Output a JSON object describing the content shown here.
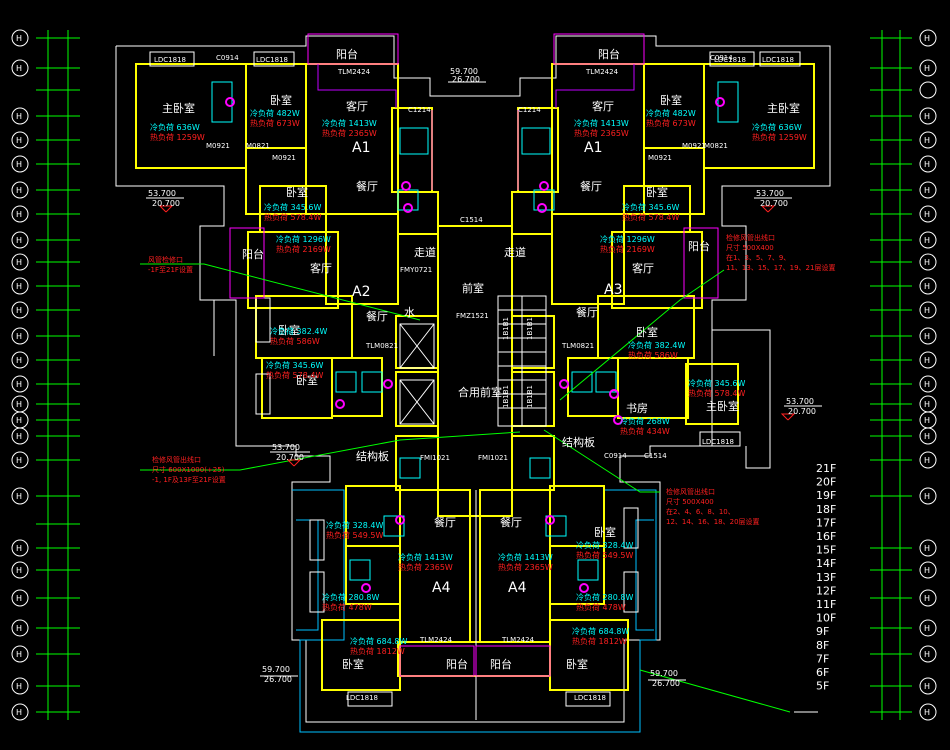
{
  "colors": {
    "background": "#000000",
    "wall": "#ffff00",
    "outline": "#ffffff",
    "cyan_text": "#00ffff",
    "red_text": "#ff2020",
    "green_leader": "#00ff00",
    "magenta": "#ff00ff",
    "blue_grid": "#3060ff"
  },
  "units": {
    "A1_left": "A1",
    "A1_right": "A1",
    "A2": "A2",
    "A3": "A3",
    "A4_left": "A4",
    "A4_right": "A4"
  },
  "rooms": {
    "master_bedroom": "主卧室",
    "bedroom": "卧室",
    "living": "客厅",
    "dining": "餐厅",
    "corridor": "走道",
    "front_room": "前室",
    "shared_front_room": "合用前室",
    "balcony": "阳台",
    "study": "书房",
    "structure_slab": "结构板",
    "well": "水"
  },
  "loads": {
    "cool_label": "冷负荷",
    "heat_label": "热负荷",
    "master_A1": {
      "cool": "636W",
      "heat": "1259W"
    },
    "bed_A1": {
      "cool": "482W",
      "heat": "673W"
    },
    "living_A1": {
      "cool": "1413W",
      "heat": "2365W"
    },
    "bed_A1_b": {
      "cool": "345.6W",
      "heat": "578.4W"
    },
    "living_A2": {
      "cool": "1296W",
      "heat": "2169W"
    },
    "bed_A2_a": {
      "cool": "382.4W",
      "heat": "586W"
    },
    "bed_A2_b": {
      "cool": "345.6W",
      "heat": "578.4W"
    },
    "study_A3": {
      "cool": "268W",
      "heat": "434W"
    },
    "bed_A4_a": {
      "cool": "328.4W",
      "heat": "549.5W"
    },
    "bed_A4_b": {
      "cool": "280.8W",
      "heat": "478W"
    },
    "living_A4": {
      "cool": "1413W",
      "heat": "2365W"
    },
    "bed_A4_c": {
      "cool": "684.8W",
      "heat": "1812W"
    }
  },
  "doors": {
    "ldc": "LDC1818",
    "c0914": "C0914",
    "tlm": "TLM2424",
    "c1214": "C1214",
    "m0921": "M0921",
    "m0821": "M0821",
    "c1514": "C1514",
    "fmz": "FMZ1521",
    "fmy": "FMY0721",
    "fmi": "FMI1021",
    "tlm0821": "TLM0821"
  },
  "elev": {
    "e1": "53.700",
    "e1b": "20.700",
    "e2": "53.700",
    "e2b": "20.700",
    "e3": "59.700",
    "e3b": "26.700",
    "e4": "53.700",
    "e4b": "20.700",
    "e5": "59.700",
    "e5b": "26.700",
    "e6": "59.700",
    "e6b": "26.700",
    "e7": "53.700",
    "e7b": "20.700"
  },
  "notes": {
    "left_top": "风管检修口",
    "left_top2": "-1F至21F设置",
    "left_mid": "检修风管出线口",
    "left_mid2": "尺寸 600X1000(+25)",
    "left_mid3": "-1, 1F及13F至21F设置",
    "right_top": "检修风管出线口",
    "right_top2": "尺寸 500X400",
    "right_top3": "在1、3、5、7、9、",
    "right_top4": "11、13、15、17、19、21层设置",
    "right_mid": "检修风管出线口",
    "right_mid2": "尺寸 500X400",
    "right_mid3": "在2、4、6、8、10、",
    "right_mid4": "12、14、16、18、20层设置"
  },
  "floors": [
    "21F",
    "20F",
    "19F",
    "18F",
    "17F",
    "16F",
    "15F",
    "14F",
    "13F",
    "12F",
    "11F",
    "10F",
    "9F",
    "8F",
    "7F",
    "6F",
    "5F"
  ],
  "grid_labels_left": [
    "H",
    "H",
    "H",
    "H",
    "H",
    "H",
    "H",
    "H",
    "H",
    "H",
    "H",
    "H",
    "H",
    "H",
    "H",
    "H",
    "H",
    "H",
    "H",
    "H",
    "H",
    "H",
    "H",
    "H",
    "H",
    "H",
    "H",
    "H"
  ],
  "grid_labels_right": [
    "H",
    "H",
    "H",
    "H",
    "H",
    "H",
    "H",
    "H",
    "H",
    "H",
    "H",
    "H",
    "H",
    "H",
    "H",
    "H",
    "H",
    "H",
    "H",
    "H",
    "H",
    "H",
    "H",
    "H",
    "H",
    "H",
    "H",
    "H"
  ],
  "shaft_labels": [
    "1B1B1",
    "1B1B1",
    "1B1B1",
    "1B1B1"
  ]
}
